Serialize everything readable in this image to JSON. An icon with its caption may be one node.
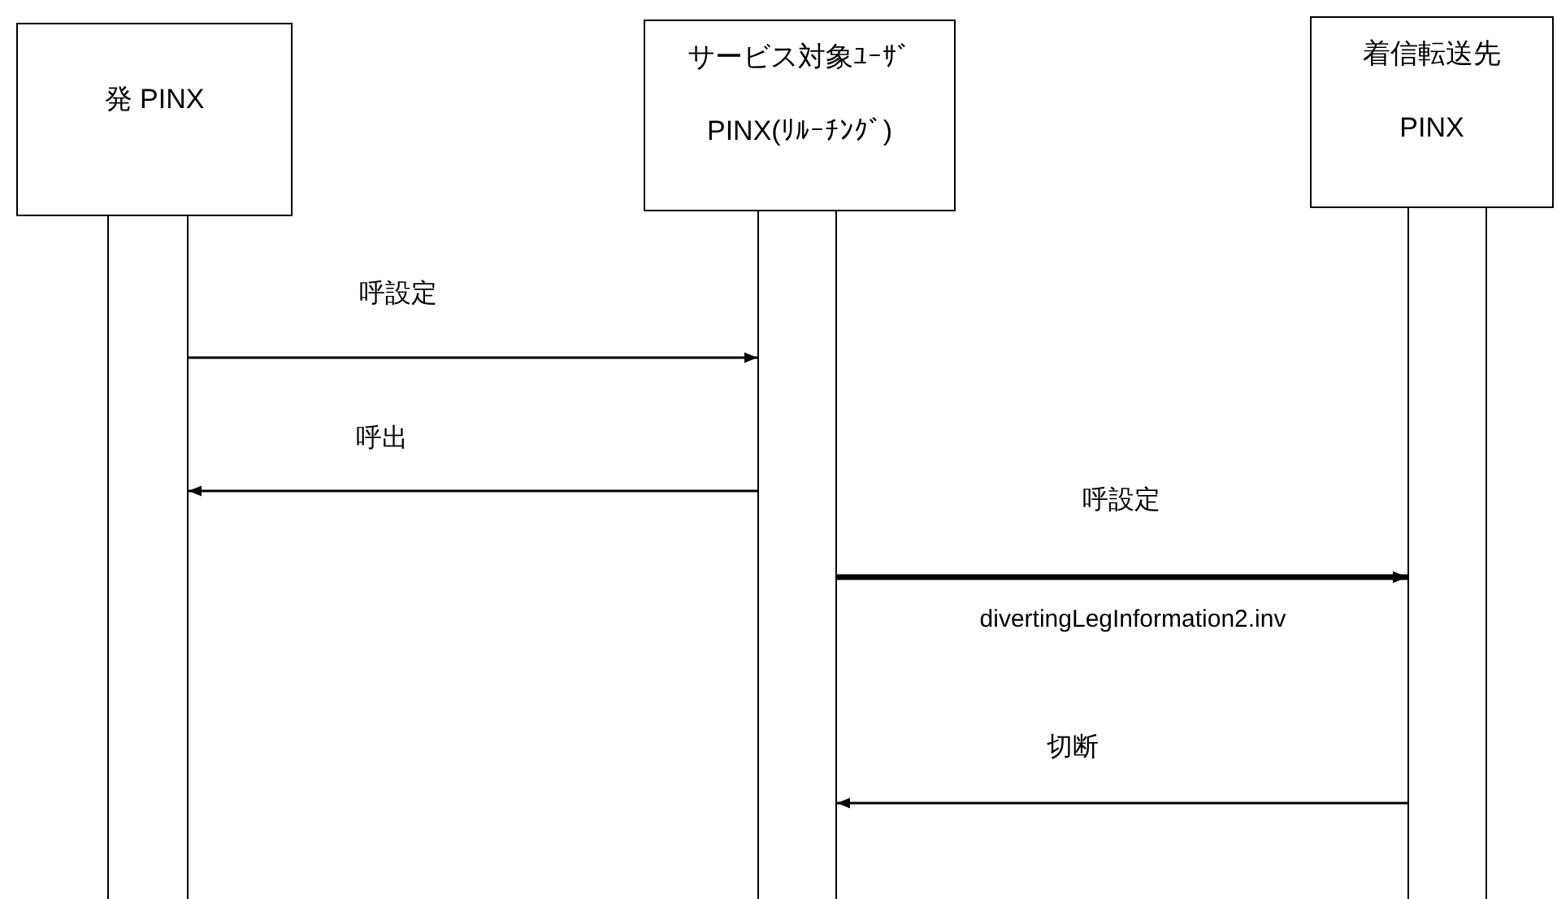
{
  "diagram": {
    "nodes": [
      {
        "text": [
          "発 PINX"
        ]
      },
      {
        "text": [
          "サービス対象ﾕｰｻﾞ",
          "PINX(ﾘﾙｰﾁﾝｸﾞ)"
        ]
      },
      {
        "text": [
          "着信転送先",
          "PINX"
        ]
      },
      {
        "text": [],
        "shape": "bar"
      },
      {
        "text": [],
        "shape": "bar"
      },
      {
        "text": [],
        "shape": "bar"
      }
    ],
    "edges": [
      {
        "from": 3,
        "to": 4,
        "arrow": "to",
        "label": "呼設定"
      },
      {
        "from": 4,
        "to": 3,
        "arrow": "to",
        "label": "呼出"
      },
      {
        "from": 4,
        "to": 5,
        "arrow": "to",
        "label": "呼設定",
        "style": "thick"
      },
      {
        "from": 5,
        "to": 4,
        "arrow": "to",
        "label": "切断"
      }
    ],
    "labels": [
      "divertingLegInformation2.inv"
    ]
  }
}
